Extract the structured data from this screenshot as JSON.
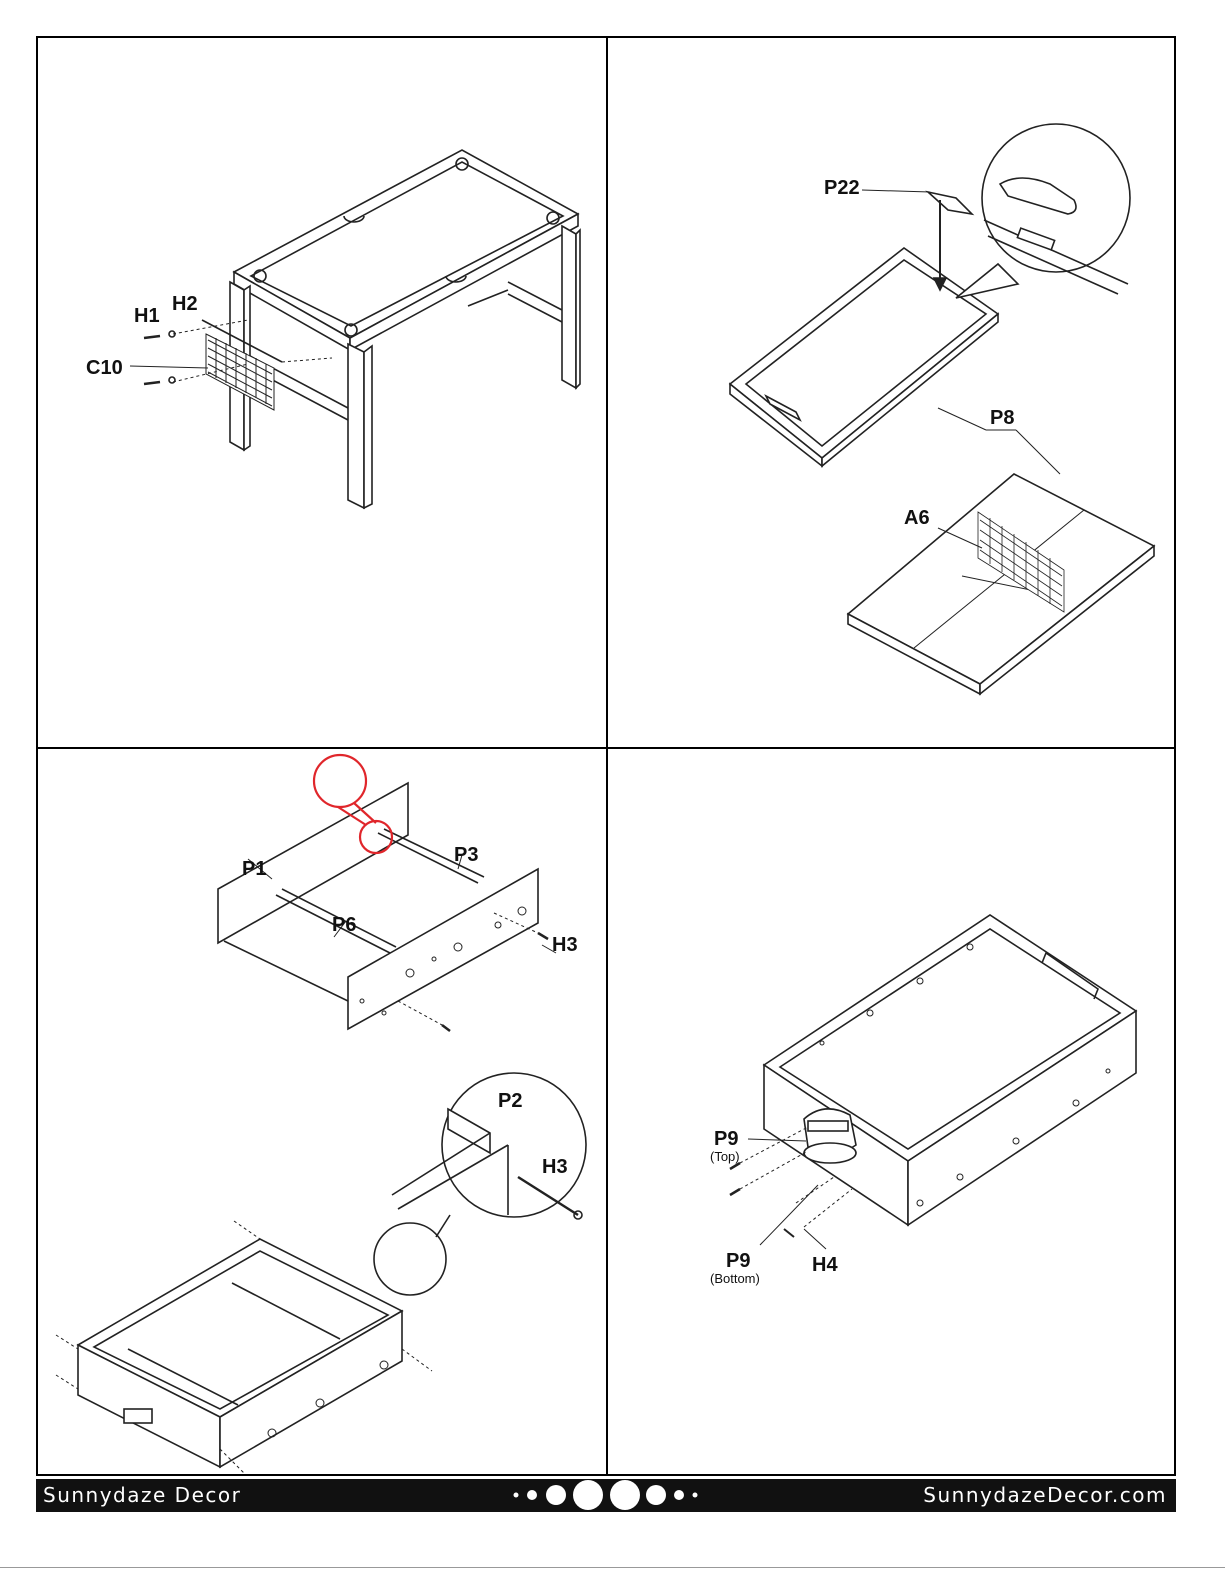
{
  "panels": {
    "top_left": {
      "labels": {
        "h1": "H1",
        "h2": "H2",
        "c10": "C10"
      }
    },
    "top_right": {
      "labels": {
        "p22": "P22",
        "p8": "P8",
        "a6": "A6"
      }
    },
    "bottom_left": {
      "labels": {
        "p1": "P1",
        "p3": "P3",
        "p6": "P6",
        "h3a": "H3",
        "p2": "P2",
        "h3b": "H3"
      }
    },
    "bottom_right": {
      "labels": {
        "p9_top": "P9",
        "p9_top_sub": "(Top)",
        "p9_bottom": "P9",
        "p9_bottom_sub": "(Bottom)",
        "h4": "H4"
      }
    }
  },
  "footer": {
    "brand_left": "Sunnydaze Decor",
    "brand_right": "SunnydazeDecor.com"
  },
  "colors": {
    "footer_bg": "#111111",
    "callout_red": "#e0262b",
    "line": "#222222"
  }
}
